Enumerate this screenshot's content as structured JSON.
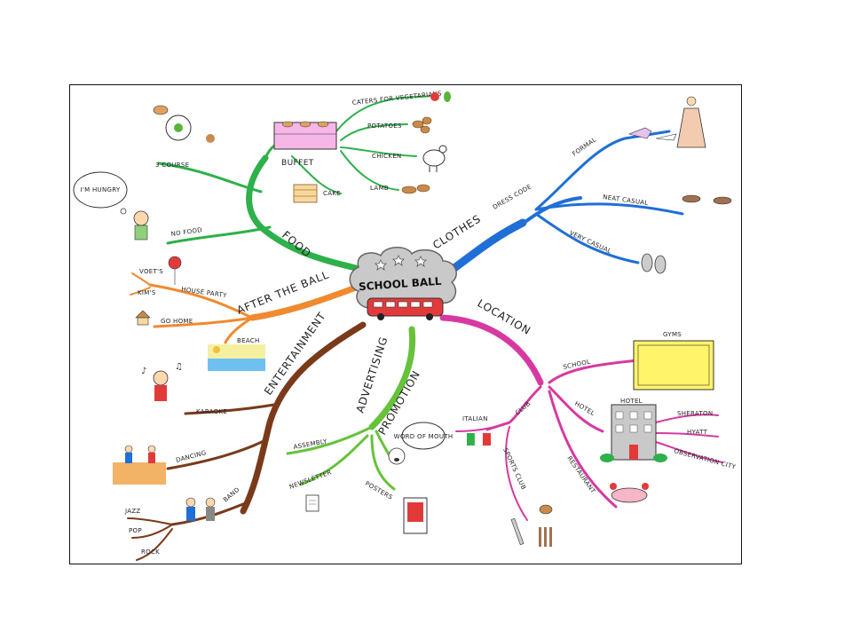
{
  "center": "SCHOOL BALL",
  "colors": {
    "food": "#2eb04a",
    "clothes": "#1f6fd6",
    "location": "#d63aa0",
    "promotion": "#66c23a",
    "entertainment": "#7a3a1a",
    "after_the_ball": "#f08a30"
  },
  "branches": {
    "food": {
      "label": "FOOD",
      "buffet": "BUFFET",
      "caters": "CATERS FOR VEGETARIANS",
      "potatoes": "POTATOES",
      "chicken": "CHICKEN",
      "lamb": "LAMB",
      "cake": "CAKE",
      "course": "3 COURSE",
      "no_food": "NO FOOD",
      "hungry": "I'M HUNGRY"
    },
    "clothes": {
      "label": "CLOTHES",
      "dress_code": "DRESS CODE",
      "formal": "FORMAL",
      "neat_casual": "NEAT CASUAL",
      "very_casual": "VERY CASUAL"
    },
    "location": {
      "label": "LOCATION",
      "school": "SCHOOL",
      "gyms": "GYMS",
      "hotel": "HOTEL",
      "hotel_sign": "HOTEL",
      "sheraton": "SHERATON",
      "hyatt": "HYATT",
      "observation_city": "OBSERVATION CITY",
      "restaurant": "RESTAURANT",
      "club": "CLUB",
      "italian": "ITALIAN",
      "sports_club": "SPORTS CLUB"
    },
    "promotion": {
      "label": "PROMOTION",
      "advertising": "ADVERTISING",
      "assembly": "ASSEMBLY",
      "newsletter": "NEWSLETTER",
      "posters": "POSTERS",
      "word_of_mouth": "WORD OF MOUTH"
    },
    "entertainment": {
      "label": "ENTERTAINMENT",
      "karaoke": "KARAOKE",
      "dancing": "DANCING",
      "band": "BAND",
      "jazz": "JAZZ",
      "pop": "POP",
      "rock": "ROCK"
    },
    "after_the_ball": {
      "label": "AFTER THE BALL",
      "house_party": "HOUSE PARTY",
      "voets": "VOET'S",
      "kims": "KIM'S",
      "go_home": "GO HOME",
      "beach": "BEACH"
    }
  }
}
